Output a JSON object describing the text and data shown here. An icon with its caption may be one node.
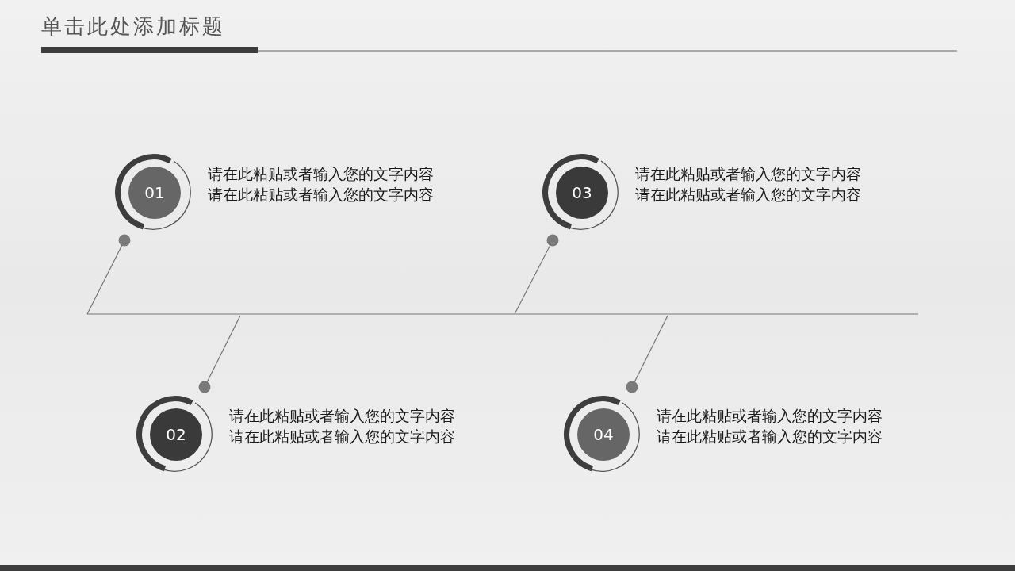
{
  "diagram": {
    "title": "单击此处添加标题",
    "nodes": [
      {
        "text": [
          "01"
        ],
        "beside": [
          "请在此粘贴或者输入您的文字内容请在此粘贴或者输入您的文字内容"
        ]
      },
      {
        "text": [
          "02"
        ],
        "beside": [
          "请在此粘贴或者输入您的文字内容请在此粘贴或者输入您的文字内容"
        ]
      },
      {
        "text": [
          "03"
        ],
        "beside": [
          "请在此粘贴或者输入您的文字内容请在此粘贴或者输入您的文字内容"
        ]
      },
      {
        "text": [
          "04"
        ],
        "beside": [
          "请在此粘贴或者输入您的文字内容请在此粘贴或者输入您的文字内容"
        ]
      }
    ]
  }
}
